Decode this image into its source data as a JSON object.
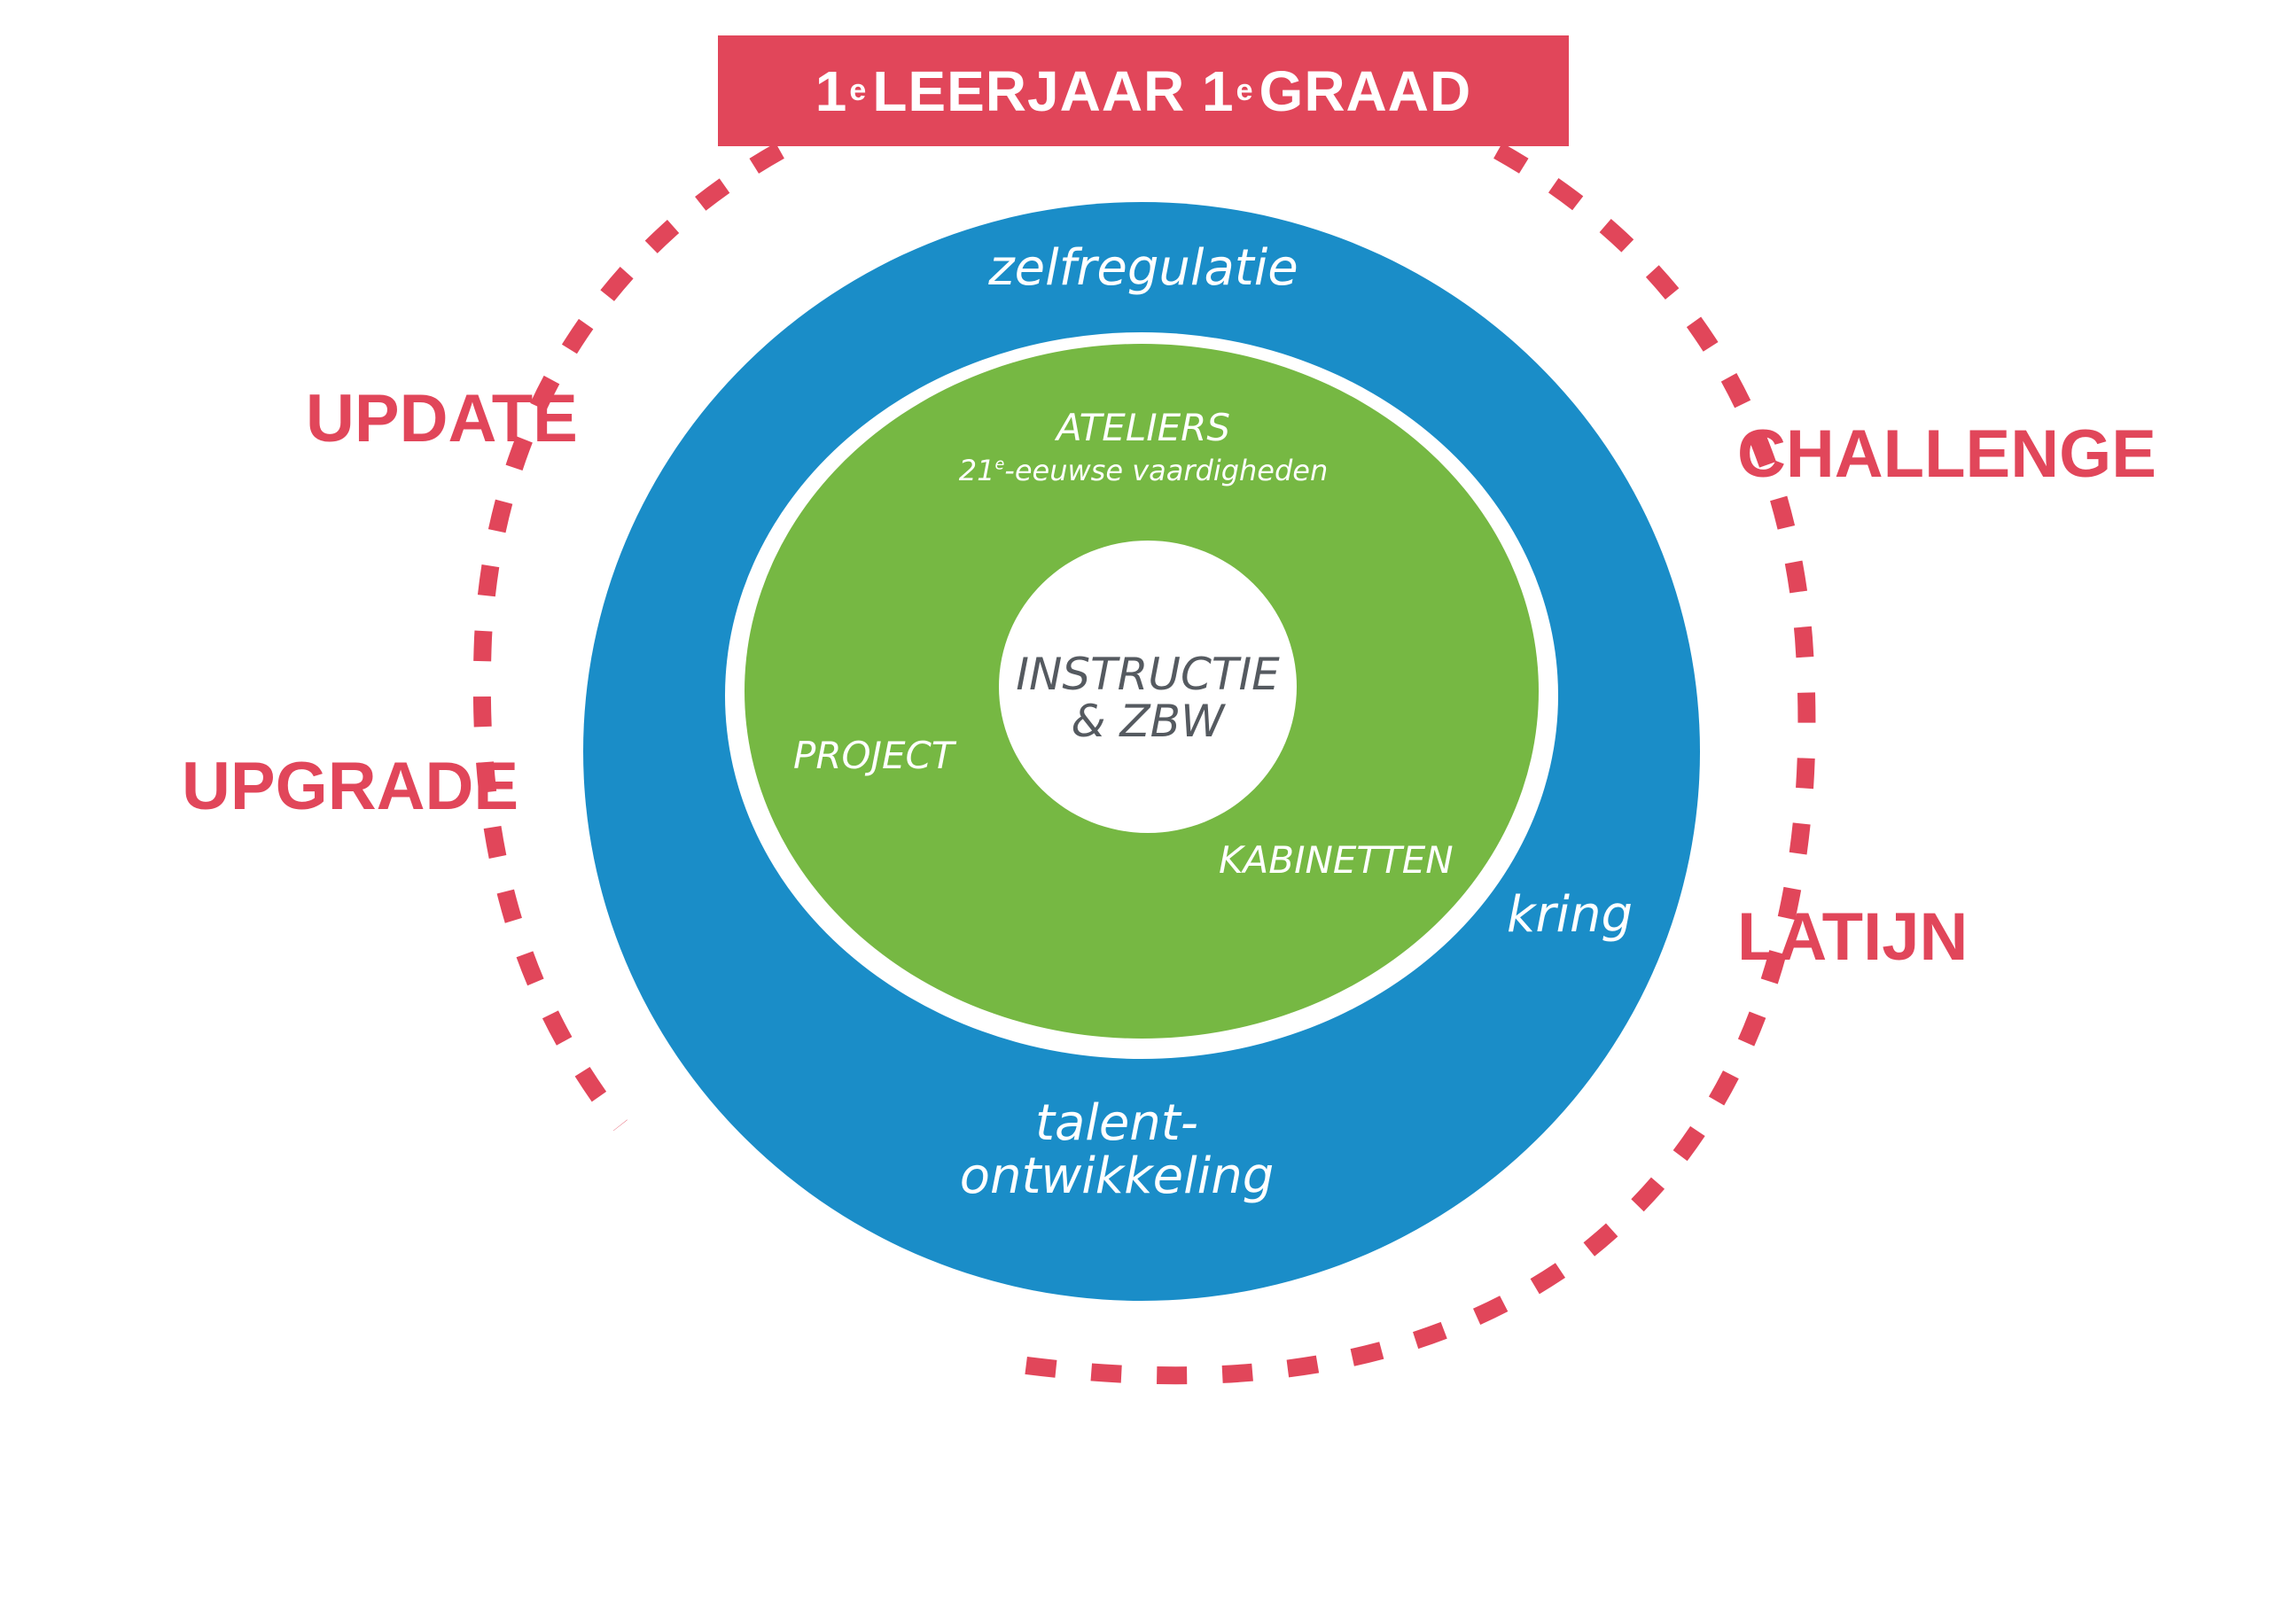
{
  "header": {
    "part1": "1",
    "sup1": "e",
    "part2": "LEERJAAR 1",
    "sup2": "e",
    "part3": "GRAAD"
  },
  "side_labels": {
    "update": "UPDATE",
    "upgrade": "UPGRADE",
    "challenge": "CHALLENGE",
    "latijn": "LATIJN"
  },
  "outer_ring": {
    "top": "zelfregulatie",
    "right": "kring",
    "bottom_line1": "talent-",
    "bottom_line2": "ontwikkeling"
  },
  "inner_ring": {
    "ateliers": "ATELIERS",
    "vaardigheden_prefix": "21",
    "vaardigheden_sup": "e",
    "vaardigheden_rest": "-eeuwse vaardigheden",
    "project": "PROJECT",
    "kabinetten": "KABINETTEN"
  },
  "center": {
    "line1": "INSTRUCTIE",
    "line2": "& ZBW"
  },
  "colors": {
    "accent_red": "#e1465a",
    "outer_blue": "#1a8dc8",
    "inner_green": "#76b843",
    "center_text": "#555a60"
  }
}
